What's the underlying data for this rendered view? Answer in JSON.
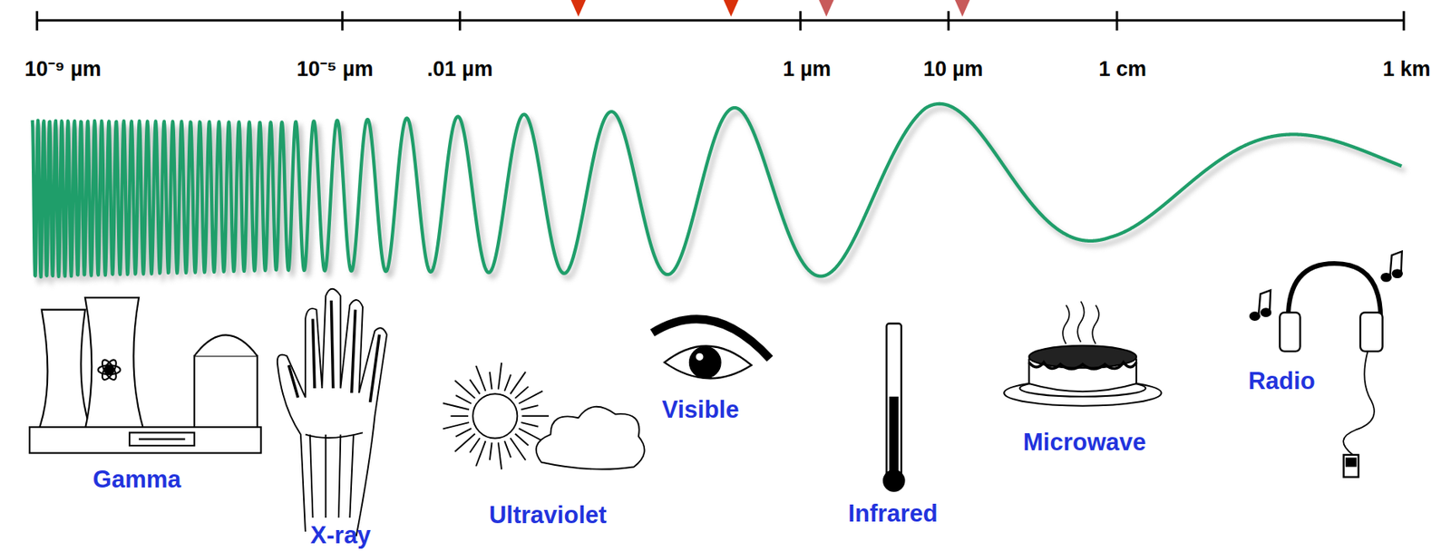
{
  "diagram": {
    "labels": [
      "10⁻⁹ µm",
      "10⁻⁵ µm",
      ".01 µm",
      "1 µm",
      "10 µm",
      "1 cm",
      "1 km",
      "Gamma",
      "X-ray",
      "Ultraviolet",
      "Visible",
      "Infrared",
      "Microwave",
      "Radio"
    ]
  }
}
